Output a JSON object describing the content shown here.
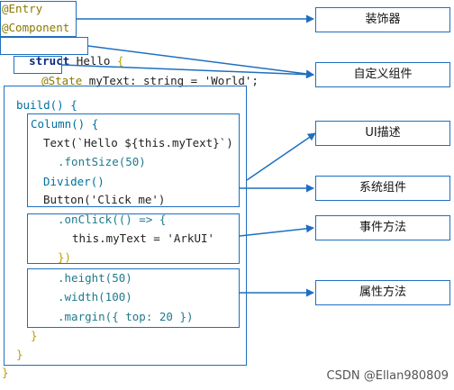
{
  "code": {
    "entry": "@Entry",
    "component": "@Component",
    "struct_kw": "struct",
    "struct_name": "Hello",
    "struct_open": "{",
    "state_decorator": "@State",
    "state_rest": "myText: string = 'World';",
    "build": "build() {",
    "column": "Column() {",
    "text_call": "Text(`Hello ${this.myText}`)",
    "font_size": ".fontSize(50)",
    "divider": "Divider()",
    "button": "Button('Click me')",
    "on_click": ".onClick(() => {",
    "assign": "this.myText = 'ArkUI'",
    "close_on_click": "})",
    "height": ".height(50)",
    "width": ".width(100)",
    "margin": ".margin({ top: 20 })",
    "close_column": "}",
    "close_build": "}",
    "close_struct": "}"
  },
  "labels": {
    "decorator": "装饰器",
    "custom_component": "自定义组件",
    "ui_description": "UI描述",
    "system_component": "系统组件",
    "event_method": "事件方法",
    "attribute_method": "属性方法"
  },
  "watermark": "CSDN @Ellan980809",
  "colors": {
    "accent": "#1f6fc0",
    "brace": "#c0a000"
  }
}
